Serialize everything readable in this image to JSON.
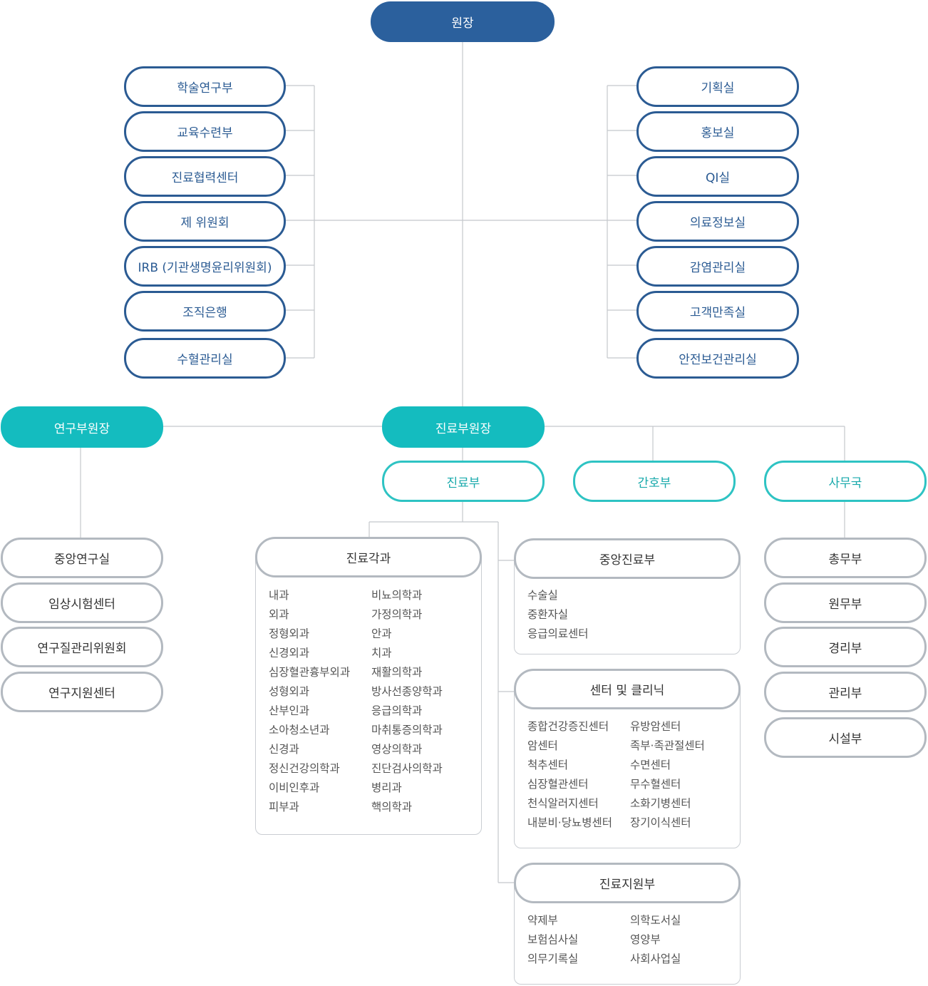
{
  "director": "원장",
  "left_groups": [
    "학술연구부",
    "교육수련부",
    "진료협력센터",
    "제 위원회",
    "IRB (기관생명윤리위원회)",
    "조직은행",
    "수혈관리실"
  ],
  "right_groups": [
    "기획실",
    "홍보실",
    "QI실",
    "의료정보실",
    "감염관리실",
    "고객만족실",
    "안전보건관리실"
  ],
  "research_vp": {
    "title": "연구부원장",
    "units": [
      "중앙연구실",
      "임상시험센터",
      "연구질관리위원회",
      "연구지원센터"
    ]
  },
  "medical_vp": {
    "title": "진료부원장"
  },
  "departments": [
    "진료부",
    "간호부",
    "사무국"
  ],
  "clinical_depts": {
    "title": "진료각과",
    "col1": [
      "내과",
      "외과",
      "정형외과",
      "신경외과",
      "심장혈관흉부외과",
      "성형외과",
      "산부인과",
      "소아청소년과",
      "신경과",
      "정신건강의학과",
      "이비인후과",
      "피부과"
    ],
    "col2": [
      "비뇨의학과",
      "가정의학과",
      "안과",
      "치과",
      "재활의학과",
      "방사선종양학과",
      "응급의학과",
      "마취통증의학과",
      "영상의학과",
      "진단검사의학과",
      "병리과",
      "핵의학과"
    ]
  },
  "central_medical": {
    "title": "중앙진료부",
    "col1": [
      "수술실",
      "중환자실",
      "응급의료센터"
    ]
  },
  "centers_clinics": {
    "title": "센터 및 클리닉",
    "col1": [
      "종합건강증진센터",
      "암센터",
      "척추센터",
      "심장혈관센터",
      "천식알러지센터",
      "내분비·당뇨병센터"
    ],
    "col2": [
      "유방암센터",
      "족부·족관절센터",
      "수면센터",
      "무수혈센터",
      "소화기병센터",
      "장기이식센터"
    ]
  },
  "medical_support": {
    "title": "진료지원부",
    "col1": [
      "약제부",
      "보험심사실",
      "의무기록실"
    ],
    "col2": [
      "의학도서실",
      "영양부",
      "사회사업실"
    ]
  },
  "admin_units": [
    "총무부",
    "원무부",
    "경리부",
    "관리부",
    "시설부"
  ]
}
